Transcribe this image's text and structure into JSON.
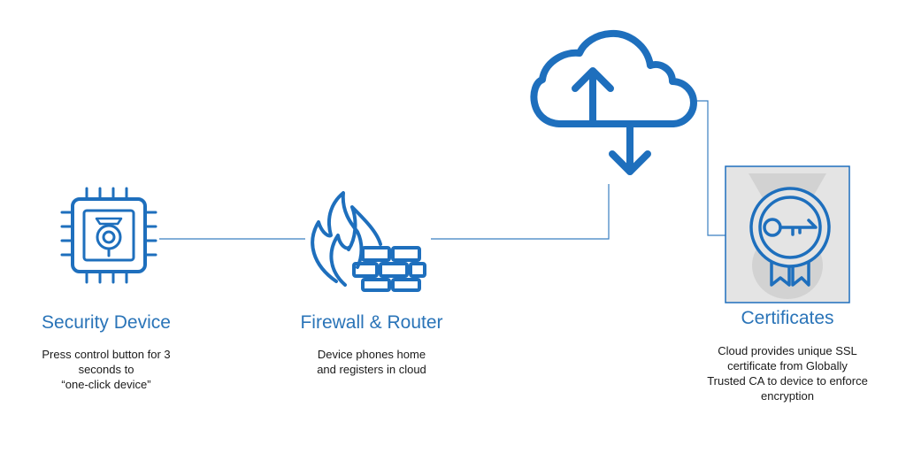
{
  "nodes": {
    "security_device": {
      "title": "Security Device",
      "desc": [
        "Press control button for 3",
        "seconds to",
        "“one-click device”"
      ]
    },
    "firewall_router": {
      "title": "Firewall & Router",
      "desc": [
        "Device phones home",
        "and registers in cloud"
      ]
    },
    "certificates": {
      "title": "Certificates",
      "desc": [
        "Cloud provides unique SSL",
        "certificate from Globally",
        "Trusted CA to device to enforce",
        "encryption"
      ]
    }
  },
  "icons": {
    "device": "chip-camera-icon",
    "firewall": "firewall-flame-icon",
    "cloud": "cloud-upload-download-icon",
    "certificate": "certificate-key-badge-icon"
  },
  "colors": {
    "primary": "#1e6fbd",
    "line": "#3a7fc0",
    "panel": "#e4e4e4",
    "watermark": "#d2d2d2"
  }
}
